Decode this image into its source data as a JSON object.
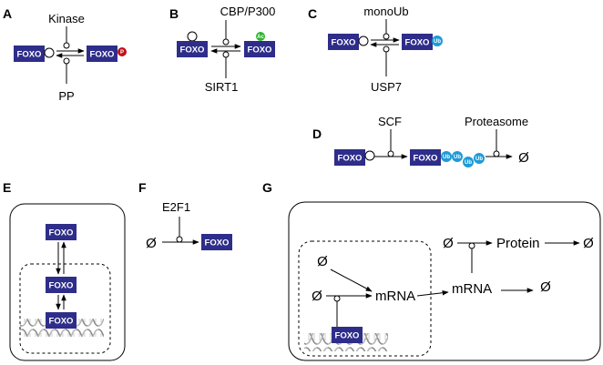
{
  "colors": {
    "foxo_box": "#2e2d8a",
    "phospho": "#c0121a",
    "acetyl": "#2fb52f",
    "ubiquitin": "#1e9bd7"
  },
  "foxo_label": "FOXO",
  "null_symbol": "Ø",
  "panels": {
    "A": {
      "letter": "A",
      "top": "Kinase",
      "bottom": "PP",
      "mod": "P"
    },
    "B": {
      "letter": "B",
      "top": "CBP/P300",
      "bottom": "SIRT1",
      "mod": "Ac"
    },
    "C": {
      "letter": "C",
      "top": "monoUb",
      "bottom": "USP7",
      "mod": "Ub"
    },
    "D": {
      "letter": "D",
      "ligase": "SCF",
      "degrader": "Proteasome",
      "mod": "Ub"
    },
    "E": {
      "letter": "E"
    },
    "F": {
      "letter": "F",
      "regulator": "E2F1"
    },
    "G": {
      "letter": "G",
      "mrna": "mRNA",
      "protein": "Protein"
    }
  }
}
